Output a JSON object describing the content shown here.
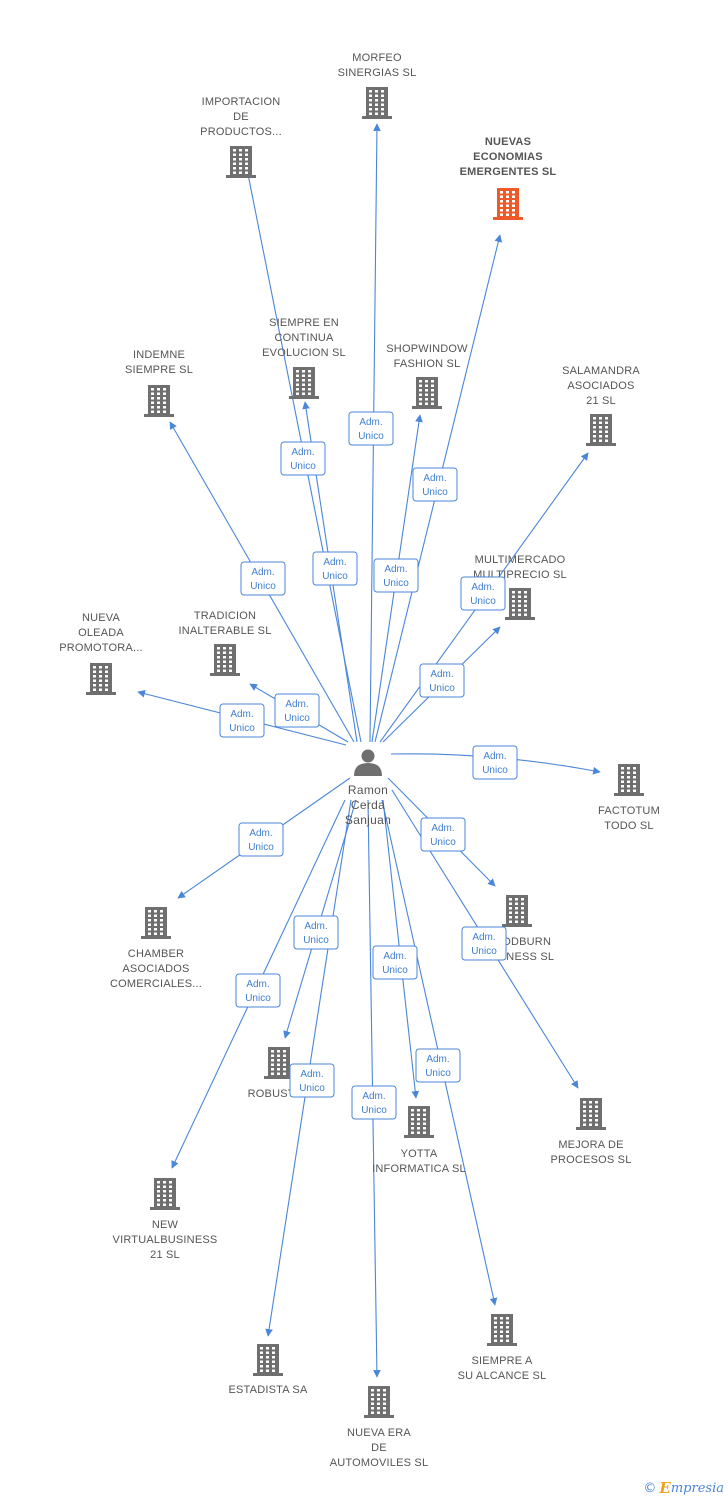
{
  "person": {
    "name_lines": [
      "Ramon",
      "Cerda",
      "Sanjuan"
    ]
  },
  "relation_label_lines": [
    "Adm.",
    "Unico"
  ],
  "colors": {
    "edge": "#4a86d9",
    "building": "#6f6f6f",
    "building_highlight": "#ef5a2a"
  },
  "companies": [
    {
      "id": "morfeo",
      "label": [
        "MORFEO",
        "SINERGIAS SL"
      ],
      "highlight": false
    },
    {
      "id": "importacion",
      "label": [
        "IMPORTACION",
        "DE",
        "PRODUCTOS..."
      ],
      "highlight": false
    },
    {
      "id": "nuevas-economias",
      "label": [
        "NUEVAS",
        "ECONOMIAS",
        "EMERGENTES SL"
      ],
      "highlight": true
    },
    {
      "id": "siempre-continua",
      "label": [
        "SIEMPRE EN",
        "CONTINUA",
        "EVOLUCION SL"
      ],
      "highlight": false
    },
    {
      "id": "indemne",
      "label": [
        "INDEMNE",
        "SIEMPRE SL"
      ],
      "highlight": false
    },
    {
      "id": "shopwindow",
      "label": [
        "SHOPWINDOW",
        "FASHION SL"
      ],
      "highlight": false
    },
    {
      "id": "salamandra",
      "label": [
        "SALAMANDRA",
        "ASOCIADOS",
        "21 SL"
      ],
      "highlight": false
    },
    {
      "id": "multimercado",
      "label": [
        "MULTIMERCADO",
        "MULTIPRECIO SL"
      ],
      "highlight": false
    },
    {
      "id": "nueva-oleada",
      "label": [
        "NUEVA",
        "OLEADA",
        "PROMOTORA..."
      ],
      "highlight": false
    },
    {
      "id": "tradicion",
      "label": [
        "TRADICION",
        "INALTERABLE SL"
      ],
      "highlight": false
    },
    {
      "id": "factotum",
      "label": [
        "FACTOTUM",
        "TODO SL"
      ],
      "highlight": false
    },
    {
      "id": "chamber",
      "label": [
        "CHAMBER",
        "ASOCIADOS",
        "COMERCIALES..."
      ],
      "highlight": false
    },
    {
      "id": "woodburn",
      "label": [
        "WOODBURN",
        "BUSINESS SL"
      ],
      "highlight": false
    },
    {
      "id": "robuster",
      "label": [
        "ROBUSTER"
      ],
      "highlight": false
    },
    {
      "id": "yotta",
      "label": [
        "YOTTA",
        "INFORMATICA SL"
      ],
      "highlight": false
    },
    {
      "id": "mejora",
      "label": [
        "MEJORA DE",
        "PROCESOS SL"
      ],
      "highlight": false
    },
    {
      "id": "new-virtual",
      "label": [
        "NEW",
        "VIRTUALBUSINESS",
        "21 SL"
      ],
      "highlight": false
    },
    {
      "id": "siempre-alcance",
      "label": [
        "SIEMPRE A",
        "SU ALCANCE SL"
      ],
      "highlight": false
    },
    {
      "id": "estadista",
      "label": [
        "ESTADISTA SA"
      ],
      "highlight": false
    },
    {
      "id": "nueva-era",
      "label": [
        "NUEVA ERA",
        "DE",
        "AUTOMOVILES SL"
      ],
      "highlight": false
    }
  ],
  "footer": {
    "copyright_symbol": "©",
    "brand_initial": "E",
    "brand_rest": "mpresia"
  }
}
